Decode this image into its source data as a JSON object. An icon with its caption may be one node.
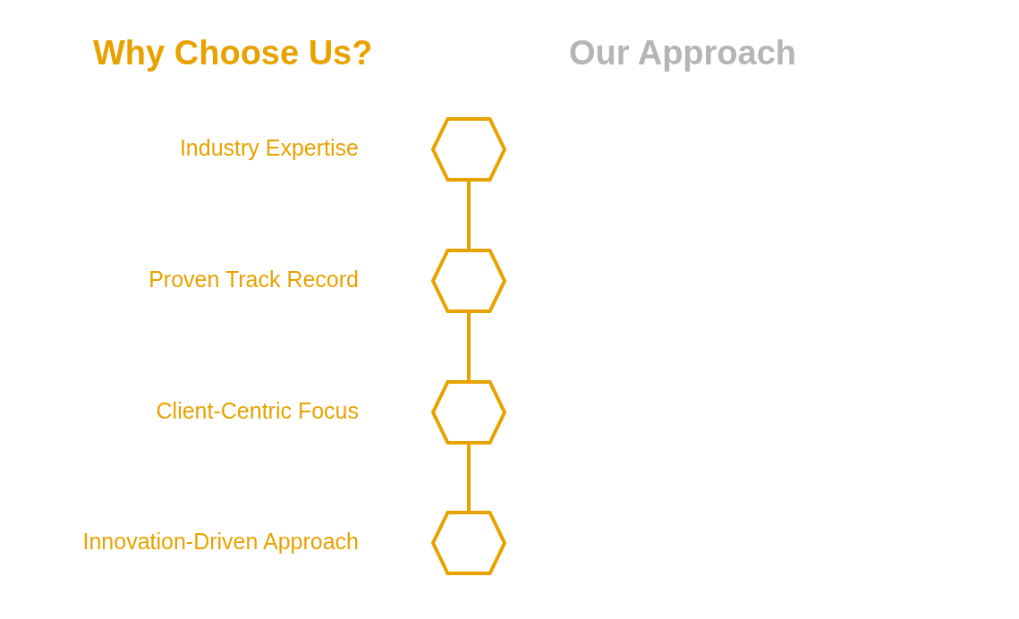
{
  "diagram": {
    "title": "Why Choose Us?",
    "nodes": [
      {
        "text": [],
        "shape": "hexagon",
        "beside": [
          "Industry Expertise"
        ]
      },
      {
        "text": [],
        "shape": "hexagon",
        "beside": [
          "Proven Track Record"
        ]
      },
      {
        "text": [],
        "shape": "hexagon",
        "beside": [
          "Client-Centric Focus"
        ]
      },
      {
        "text": [],
        "shape": "hexagon",
        "beside": [
          "Innovation-Driven Approach"
        ]
      }
    ],
    "edges": [
      {
        "from": 0,
        "to": 1,
        "arrow": "none"
      },
      {
        "from": 1,
        "to": 2,
        "arrow": "none"
      },
      {
        "from": 2,
        "to": 3,
        "arrow": "none"
      }
    ],
    "labels": [
      "Our Approach"
    ]
  }
}
